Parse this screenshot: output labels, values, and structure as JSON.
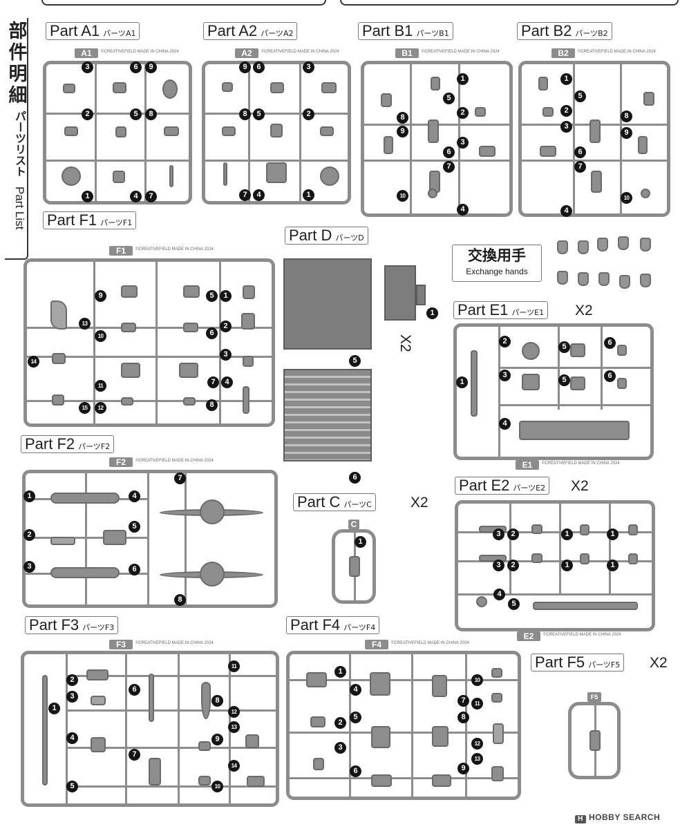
{
  "side_tab": {
    "title": [
      "部",
      "件",
      "明",
      "細"
    ],
    "subtitle_jp": "パーツリスト",
    "subtitle_en": "Part List"
  },
  "sprue_id_text": "©CREATIVEFIELD MADE IN CHINA 2024",
  "parts": [
    {
      "key": "a1",
      "label": "Part A1",
      "jp": "パーツ",
      "sub": "A1",
      "tag": "A1",
      "numbers": [
        "3",
        "6",
        "9",
        "2",
        "5",
        "8",
        "1",
        "4",
        "7"
      ]
    },
    {
      "key": "a2",
      "label": "Part A2",
      "jp": "パーツ",
      "sub": "A2",
      "tag": "A2",
      "numbers": [
        "9",
        "6",
        "3",
        "8",
        "5",
        "2",
        "7",
        "4",
        "1"
      ]
    },
    {
      "key": "b1",
      "label": "Part B1",
      "jp": "パーツ",
      "sub": "B1",
      "tag": "B1",
      "numbers": [
        "1",
        "5",
        "8",
        "2",
        "9",
        "3",
        "6",
        "7",
        "10",
        "4"
      ]
    },
    {
      "key": "b2",
      "label": "Part B2",
      "jp": "パーツ",
      "sub": "B2",
      "tag": "B2",
      "numbers": [
        "1",
        "5",
        "2",
        "8",
        "3",
        "9",
        "6",
        "7",
        "10",
        "4"
      ]
    },
    {
      "key": "f1",
      "label": "Part F1",
      "jp": "パーツ",
      "sub": "F1",
      "tag": "F1",
      "numbers": [
        "9",
        "5",
        "1",
        "13",
        "10",
        "6",
        "2",
        "14",
        "3",
        "11",
        "7",
        "4",
        "15",
        "12",
        "8"
      ]
    },
    {
      "key": "d",
      "label": "Part D",
      "jp": "パーツ",
      "sub": "D",
      "multiplier": "X2",
      "numbers": [
        "1",
        "5",
        "6"
      ]
    },
    {
      "key": "e1",
      "label": "Part E1",
      "jp": "パーツ",
      "sub": "E1",
      "multiplier": "X2",
      "tag": "E1",
      "numbers": [
        "2",
        "5",
        "6",
        "1",
        "3",
        "5",
        "6",
        "4"
      ]
    },
    {
      "key": "f2",
      "label": "Part F2",
      "jp": "パーツ",
      "sub": "F2",
      "tag": "F2",
      "numbers": [
        "7",
        "1",
        "4",
        "2",
        "5",
        "3",
        "6",
        "8"
      ]
    },
    {
      "key": "c",
      "label": "Part C",
      "jp": "パーツ",
      "sub": "C",
      "multiplier": "X2",
      "tag": "C",
      "numbers": [
        "1"
      ]
    },
    {
      "key": "e2",
      "label": "Part E2",
      "jp": "パーツ",
      "sub": "E2",
      "multiplier": "X2",
      "tag": "E2",
      "numbers": [
        "3",
        "2",
        "1",
        "1",
        "3",
        "2",
        "1",
        "1",
        "4",
        "5"
      ]
    },
    {
      "key": "f3",
      "label": "Part F3",
      "jp": "パーツ",
      "sub": "F3",
      "tag": "F3",
      "numbers": [
        "2",
        "3",
        "1",
        "6",
        "8",
        "11",
        "4",
        "12",
        "13",
        "9",
        "7",
        "14",
        "5",
        "10"
      ]
    },
    {
      "key": "f4",
      "label": "Part F4",
      "jp": "パーツ",
      "sub": "F4",
      "tag": "F4",
      "numbers": [
        "1",
        "4",
        "10",
        "7",
        "11",
        "2",
        "5",
        "8",
        "3",
        "12",
        "13",
        "6",
        "9"
      ]
    },
    {
      "key": "f5",
      "label": "Part F5",
      "jp": "パーツ",
      "sub": "F5",
      "multiplier": "X2",
      "tag": "F5"
    }
  ],
  "exchange_hands": {
    "jp": "交換用手",
    "en": "Exchange hands"
  },
  "watermark": {
    "icon": "H",
    "text": "HOBBY SEARCH"
  }
}
